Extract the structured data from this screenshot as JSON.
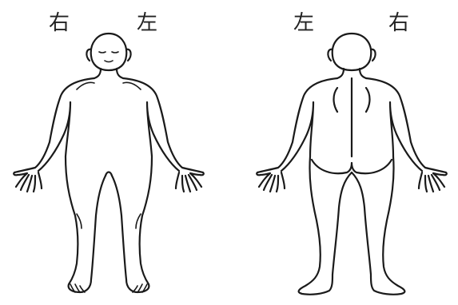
{
  "front": {
    "label_right": "右",
    "label_left": "左"
  },
  "back": {
    "label_left": "左",
    "label_right": "右"
  },
  "colors": {
    "line": "#1a1a1a",
    "background": "#ffffff"
  }
}
